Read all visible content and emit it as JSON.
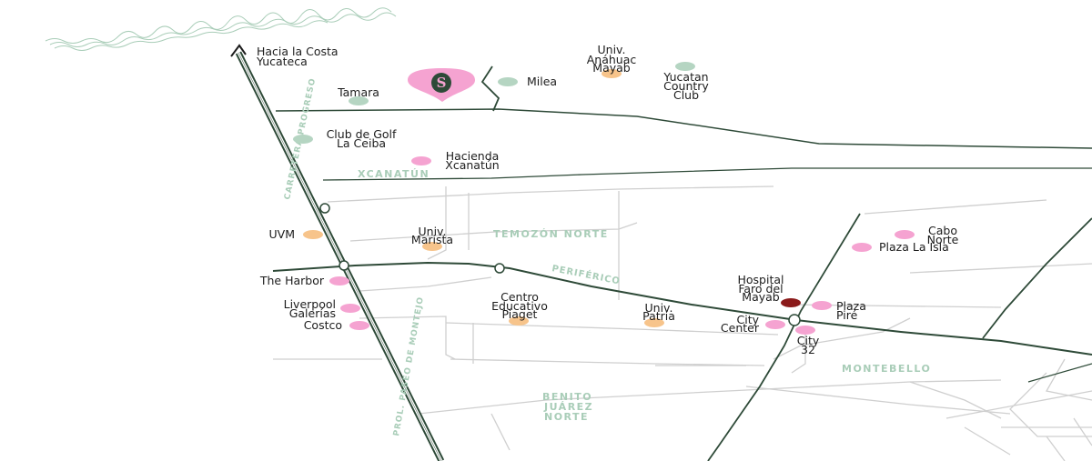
{
  "direction": {
    "line1": "Hacia la Costa",
    "line2": "Yucateca"
  },
  "colors": {
    "highway": "#2e4a38",
    "minor_road": "#c9c9c9",
    "label_green": "#a9cdb8",
    "marker_pink": "#f5a3d1",
    "marker_green": "#b5d5c2",
    "marker_orange": "#f7c48b",
    "marker_red": "#8b1a1a",
    "brand_pink": "#f5a3d1",
    "brand_dark": "#2e4a38",
    "sea_lines": "#a9cdb8"
  },
  "brand": {
    "letter": "S",
    "icon": "location-pin-icon"
  },
  "areas": {
    "xcanatun": "XCANATÚN",
    "temozon": "TEMOZÓN NORTE",
    "montebello": "MONTEBELLO",
    "benito": {
      "l1": "BENITO",
      "l2": "JUÁREZ",
      "l3": "NORTE"
    }
  },
  "roads": {
    "progreso": "CARRETERA PROGRESO",
    "montejo": "PROL. PASEO DE MONTEJO",
    "periferico": "PERIFÉRICO"
  },
  "poi": {
    "anahuac": {
      "l1": "Univ.",
      "l2": "Anáhuac",
      "l3": "Mayab",
      "type": "university"
    },
    "yucatan_country": {
      "l1": "Yucatan",
      "l2": "Country",
      "l3": "Club",
      "type": "residential"
    },
    "milea": {
      "label": "Milea",
      "type": "residential"
    },
    "tamara": {
      "label": "Tamara",
      "type": "residential"
    },
    "golf": {
      "l1": "Club de Golf",
      "l2": "La Ceiba",
      "type": "residential"
    },
    "hacienda": {
      "l1": "Hacienda",
      "l2": "Xcanatún",
      "type": "commercial"
    },
    "uvm": {
      "label": "UVM",
      "type": "university"
    },
    "marista": {
      "l1": "Univ.",
      "l2": "Marista",
      "type": "university"
    },
    "harbor": {
      "label": "The Harbor",
      "type": "commercial"
    },
    "liverpool": {
      "l1": "Liverpool",
      "l2": "Galerías",
      "type": "commercial"
    },
    "costco": {
      "label": "Costco",
      "type": "commercial"
    },
    "piaget": {
      "l1": "Centro",
      "l2": "Educativo",
      "l3": "Piaget",
      "type": "university"
    },
    "patria": {
      "l1": "Univ.",
      "l2": "Patria",
      "type": "university"
    },
    "city_center": {
      "l1": "City",
      "l2": "Center",
      "type": "commercial"
    },
    "city32": {
      "l1": "City",
      "l2": "32",
      "type": "commercial"
    },
    "hospital": {
      "l1": "Hospital",
      "l2": "Faro del",
      "l3": "Mayab",
      "type": "hospital"
    },
    "plaza_pire": {
      "l1": "Plaza",
      "l2": "Piré",
      "type": "commercial"
    },
    "cabo_norte": {
      "l1": "Cabo",
      "l2": "Norte",
      "type": "commercial"
    },
    "plaza_isla": {
      "label": "Plaza La Isla",
      "type": "commercial"
    }
  }
}
